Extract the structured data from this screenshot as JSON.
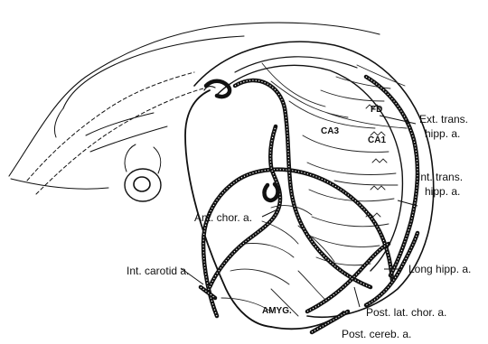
{
  "labels": {
    "ext_trans": [
      "Ext. trans.",
      "hipp. a."
    ],
    "fd": "FD",
    "ca3": "CA3",
    "ca1": "CA1",
    "int_trans": [
      "Int. trans.",
      "hipp. a."
    ],
    "ant_chor": "Ant. chor. a.",
    "int_carotid": "Int. carotid a.",
    "long_hipp": "Long hipp. a.",
    "amyg": "AMYG.",
    "post_lat_chor": "Post. lat. chor. a.",
    "post_cereb": "Post. cereb. a."
  }
}
